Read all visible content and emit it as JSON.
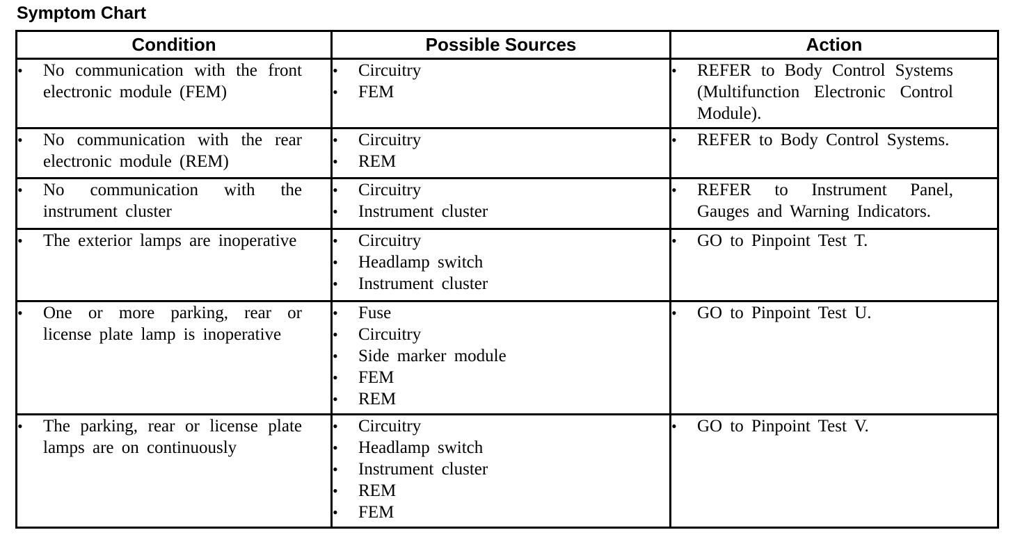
{
  "page": {
    "title": "Symptom Chart"
  },
  "colors": {
    "text": "#000000",
    "border": "#000000",
    "background": "#ffffff"
  },
  "icons": {
    "bullet": "•"
  },
  "table": {
    "headers": [
      "Condition",
      "Possible Sources",
      "Action"
    ],
    "rows": [
      {
        "condition": "No communication with the front electronic module (FEM)",
        "sources": [
          "Circuitry",
          "FEM"
        ],
        "action": "REFER to Body Control Systems (Multifunction Electronic Control Module)."
      },
      {
        "condition": "No communication with the rear electronic module (REM)",
        "sources": [
          "Circuitry",
          "REM"
        ],
        "action": "REFER to Body Control Systems."
      },
      {
        "condition": "No communication with the instrument cluster",
        "sources": [
          "Circuitry",
          "Instrument cluster"
        ],
        "action": "REFER to Instrument Panel, Gauges and Warning Indicators."
      },
      {
        "condition": "The exterior lamps are inoperative",
        "sources": [
          "Circuitry",
          "Headlamp switch",
          "Instrument cluster"
        ],
        "action": "GO to Pinpoint Test T."
      },
      {
        "condition": "One or more parking, rear or license plate lamp is inoperative",
        "sources": [
          "Fuse",
          "Circuitry",
          "Side marker module",
          "FEM",
          "REM"
        ],
        "action": "GO to Pinpoint Test U."
      },
      {
        "condition": "The parking, rear or license plate lamps are on continuously",
        "sources": [
          "Circuitry",
          "Headlamp switch",
          "Instrument cluster",
          "REM",
          "FEM"
        ],
        "action": "GO to Pinpoint Test V."
      }
    ]
  }
}
